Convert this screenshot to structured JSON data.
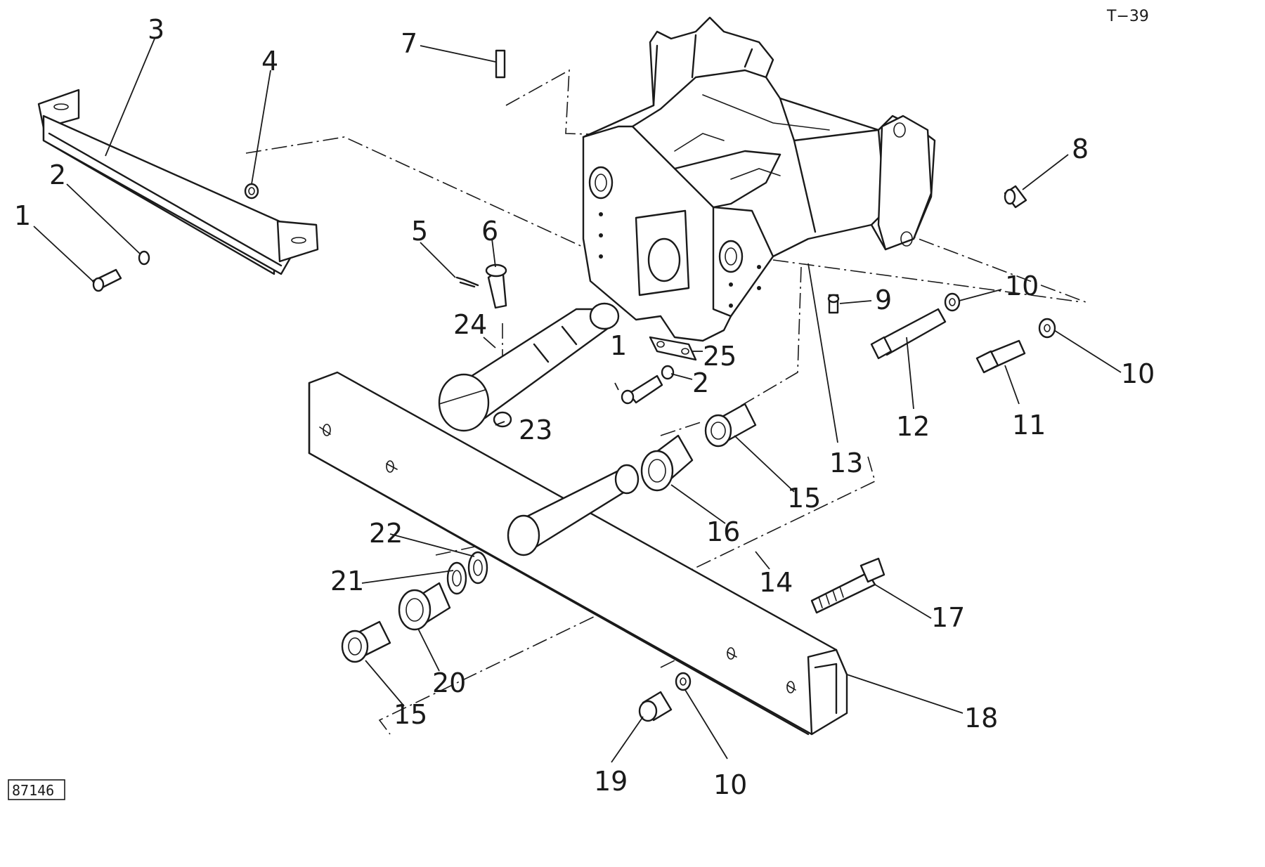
{
  "sheet": {
    "code": "T−39",
    "reference": "87146"
  },
  "callouts": {
    "p1a": "1",
    "p2a": "2",
    "p3": "3",
    "p4": "4",
    "p5": "5",
    "p6": "6",
    "p7": "7",
    "p8": "8",
    "p9": "9",
    "p10a": "10",
    "p10b": "10",
    "p11": "11",
    "p12": "12",
    "p13": "13",
    "p1b": "1",
    "p2b": "2",
    "p25": "25",
    "p24": "24",
    "p23": "23",
    "p14": "14",
    "p15a": "15",
    "p16": "16",
    "p17": "17",
    "p18": "18",
    "p22": "22",
    "p21": "21",
    "p20": "20",
    "p15b": "15",
    "p19": "19",
    "p10c": "10"
  }
}
